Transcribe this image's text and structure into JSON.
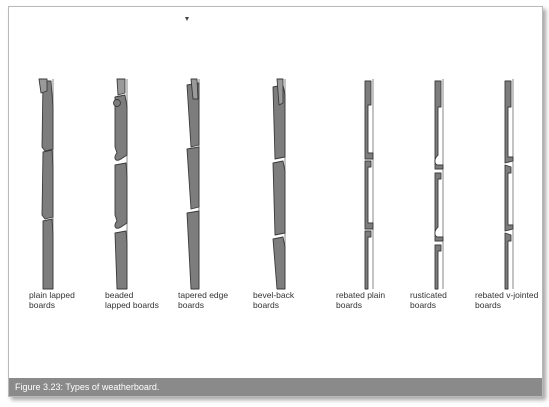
{
  "figure": {
    "caption": "Figure 3.23: Types of weatherboard.",
    "board_types": [
      {
        "name": "plain-lapped-boards",
        "label": "plain lapped\nboards"
      },
      {
        "name": "beaded-lapped-boards",
        "label": "beaded\nlapped boards"
      },
      {
        "name": "tapered-edge-boards",
        "label": "tapered edge\nboards"
      },
      {
        "name": "bevel-back-boards",
        "label": "bevel-back\nboards"
      },
      {
        "name": "rebated-plain-boards",
        "label": "rebated plain\nboards"
      },
      {
        "name": "rusticated-boards",
        "label": "rusticated\nboards"
      },
      {
        "name": "rebated-v-jointed-boards",
        "label": "rebated v-jointed\nboards"
      }
    ]
  },
  "colors": {
    "wood_fill": "#7d7d7d",
    "outline": "#3a3a3a",
    "caption_bar": "#8a8a8a",
    "caption_text": "#ffffff",
    "label_text": "#333333"
  }
}
